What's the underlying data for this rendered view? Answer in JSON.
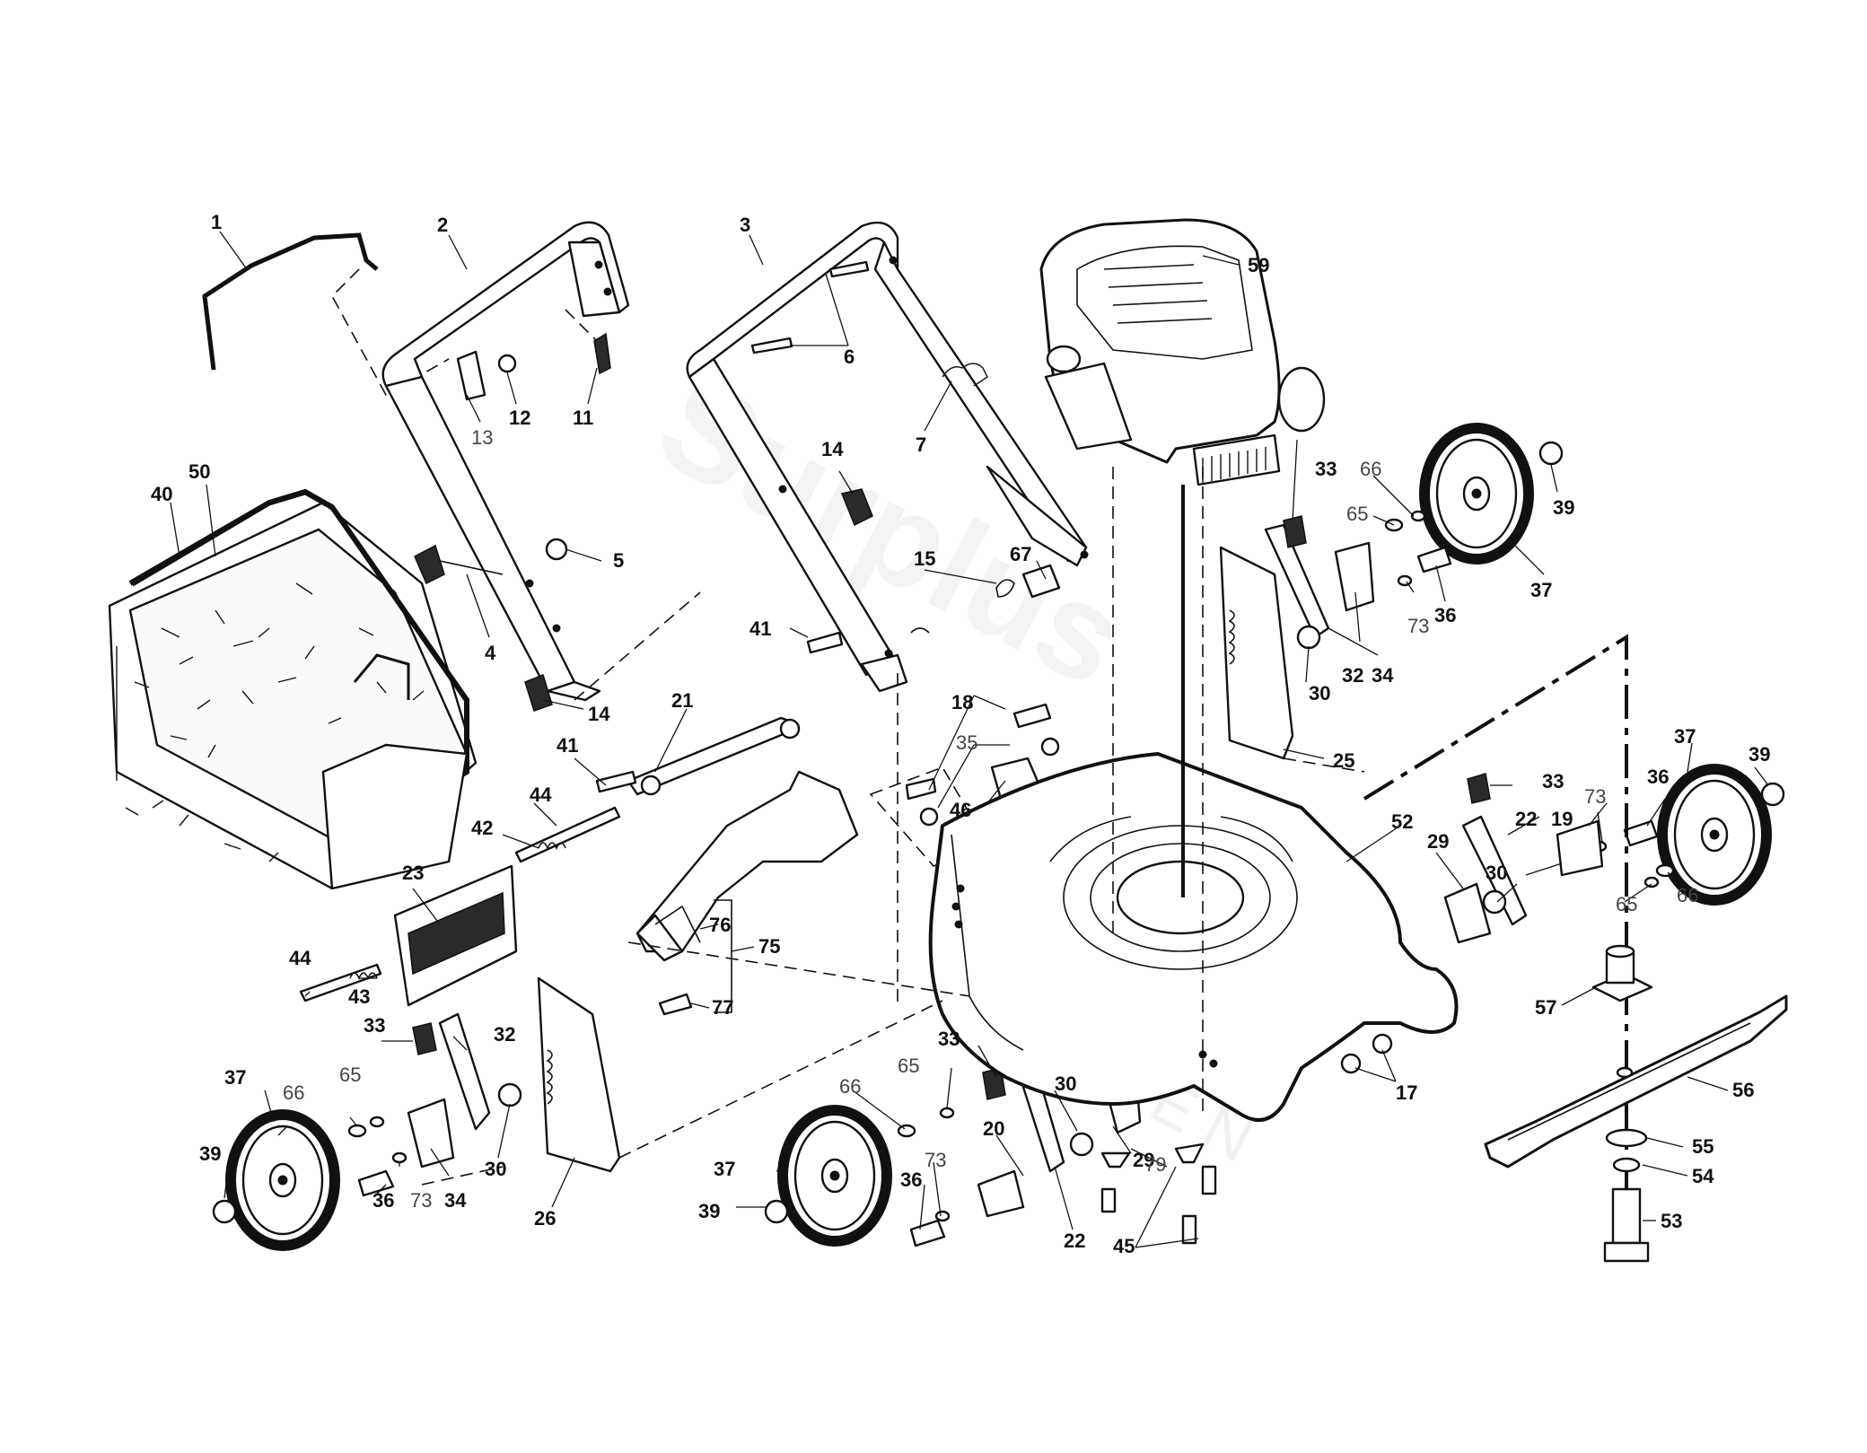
{
  "watermark": {
    "brand": "Surplus",
    "sub": "GARDEN"
  },
  "callouts": [
    {
      "id": "c1",
      "text": "1"
    },
    {
      "id": "c2",
      "text": "2"
    },
    {
      "id": "c3",
      "text": "3"
    },
    {
      "id": "c4",
      "text": "4"
    },
    {
      "id": "c5",
      "text": "5"
    },
    {
      "id": "c6",
      "text": "6"
    },
    {
      "id": "c7",
      "text": "7"
    },
    {
      "id": "c11",
      "text": "11"
    },
    {
      "id": "c12",
      "text": "12"
    },
    {
      "id": "c13",
      "text": "13"
    },
    {
      "id": "c14a",
      "text": "14"
    },
    {
      "id": "c14b",
      "text": "14"
    },
    {
      "id": "c15",
      "text": "15"
    },
    {
      "id": "c17",
      "text": "17"
    },
    {
      "id": "c18",
      "text": "18"
    },
    {
      "id": "c19",
      "text": "19"
    },
    {
      "id": "c20",
      "text": "20"
    },
    {
      "id": "c21",
      "text": "21"
    },
    {
      "id": "c22a",
      "text": "22"
    },
    {
      "id": "c22b",
      "text": "22"
    },
    {
      "id": "c23",
      "text": "23"
    },
    {
      "id": "c25",
      "text": "25"
    },
    {
      "id": "c26",
      "text": "26"
    },
    {
      "id": "c29a",
      "text": "29"
    },
    {
      "id": "c29b",
      "text": "29"
    },
    {
      "id": "c30a",
      "text": "30"
    },
    {
      "id": "c30b",
      "text": "30"
    },
    {
      "id": "c30c",
      "text": "30"
    },
    {
      "id": "c30d",
      "text": "30"
    },
    {
      "id": "c32a",
      "text": "32"
    },
    {
      "id": "c32b",
      "text": "32"
    },
    {
      "id": "c33a",
      "text": "33"
    },
    {
      "id": "c33b",
      "text": "33"
    },
    {
      "id": "c33c",
      "text": "33"
    },
    {
      "id": "c33d",
      "text": "33"
    },
    {
      "id": "c34a",
      "text": "34"
    },
    {
      "id": "c34b",
      "text": "34"
    },
    {
      "id": "c35",
      "text": "35"
    },
    {
      "id": "c36a",
      "text": "36"
    },
    {
      "id": "c36b",
      "text": "36"
    },
    {
      "id": "c36c",
      "text": "36"
    },
    {
      "id": "c36d",
      "text": "36"
    },
    {
      "id": "c37a",
      "text": "37"
    },
    {
      "id": "c37b",
      "text": "37"
    },
    {
      "id": "c37c",
      "text": "37"
    },
    {
      "id": "c37d",
      "text": "37"
    },
    {
      "id": "c39a",
      "text": "39"
    },
    {
      "id": "c39b",
      "text": "39"
    },
    {
      "id": "c39c",
      "text": "39"
    },
    {
      "id": "c39d",
      "text": "39"
    },
    {
      "id": "c40",
      "text": "40"
    },
    {
      "id": "c41a",
      "text": "41"
    },
    {
      "id": "c41b",
      "text": "41"
    },
    {
      "id": "c42",
      "text": "42"
    },
    {
      "id": "c43",
      "text": "43"
    },
    {
      "id": "c44a",
      "text": "44"
    },
    {
      "id": "c44b",
      "text": "44"
    },
    {
      "id": "c45",
      "text": "45"
    },
    {
      "id": "c46",
      "text": "46"
    },
    {
      "id": "c50",
      "text": "50"
    },
    {
      "id": "c52",
      "text": "52"
    },
    {
      "id": "c53",
      "text": "53"
    },
    {
      "id": "c54",
      "text": "54"
    },
    {
      "id": "c55",
      "text": "55"
    },
    {
      "id": "c56",
      "text": "56"
    },
    {
      "id": "c57",
      "text": "57"
    },
    {
      "id": "c59",
      "text": "59"
    },
    {
      "id": "c65a",
      "text": "65"
    },
    {
      "id": "c65b",
      "text": "65"
    },
    {
      "id": "c65c",
      "text": "65"
    },
    {
      "id": "c65d",
      "text": "65"
    },
    {
      "id": "c66a",
      "text": "66"
    },
    {
      "id": "c66b",
      "text": "66"
    },
    {
      "id": "c66c",
      "text": "66"
    },
    {
      "id": "c66d",
      "text": "66"
    },
    {
      "id": "c67",
      "text": "67"
    },
    {
      "id": "c73a",
      "text": "73"
    },
    {
      "id": "c73b",
      "text": "73"
    },
    {
      "id": "c73c",
      "text": "73"
    },
    {
      "id": "c73d",
      "text": "73"
    },
    {
      "id": "c75",
      "text": "75"
    },
    {
      "id": "c76",
      "text": "76"
    },
    {
      "id": "c77",
      "text": "77"
    },
    {
      "id": "c79",
      "text": "79"
    }
  ]
}
